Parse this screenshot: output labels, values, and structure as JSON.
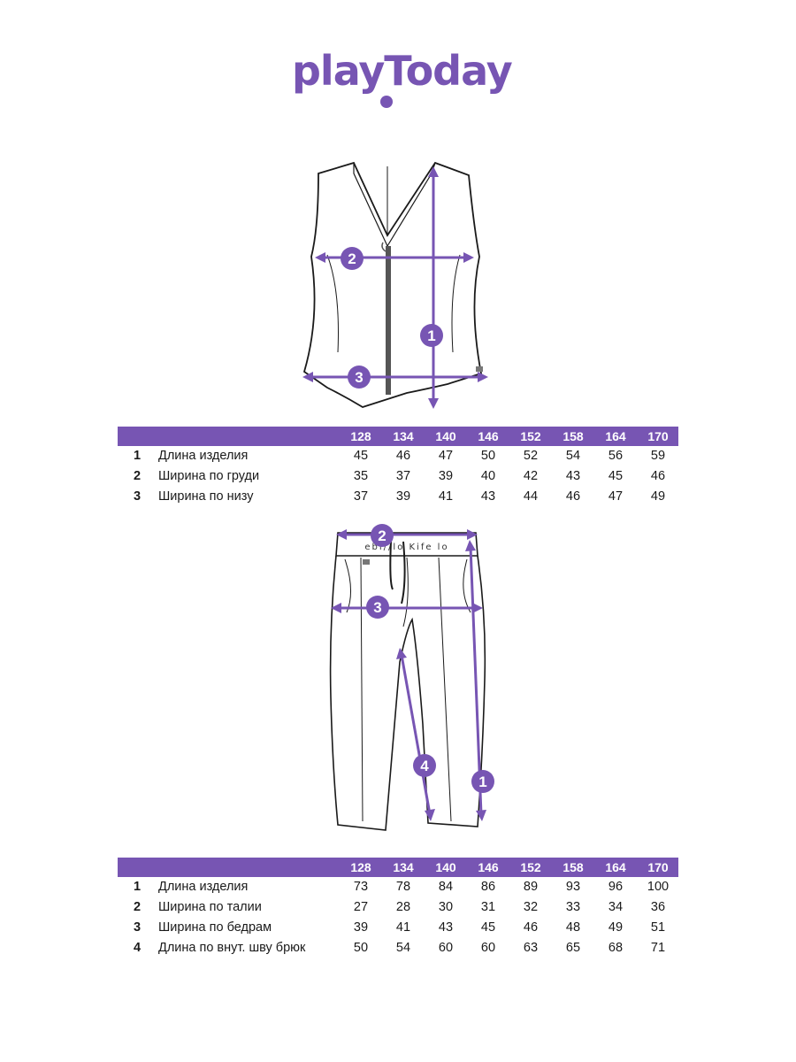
{
  "brand": {
    "logo_text": "playToday",
    "color": "#7755b3"
  },
  "sizes": [
    "128",
    "134",
    "140",
    "146",
    "152",
    "158",
    "164",
    "170"
  ],
  "vest": {
    "markers": [
      "1",
      "2",
      "3"
    ],
    "rows": [
      {
        "num": "1",
        "label": "Длина изделия",
        "values": [
          "45",
          "46",
          "47",
          "50",
          "52",
          "54",
          "56",
          "59"
        ]
      },
      {
        "num": "2",
        "label": "Ширина по груди",
        "values": [
          "35",
          "37",
          "39",
          "40",
          "42",
          "43",
          "45",
          "46"
        ]
      },
      {
        "num": "3",
        "label": "Ширина по низу",
        "values": [
          "37",
          "39",
          "41",
          "43",
          "44",
          "46",
          "47",
          "49"
        ]
      }
    ]
  },
  "trousers": {
    "markers": [
      "1",
      "2",
      "3",
      "4"
    ],
    "rows": [
      {
        "num": "1",
        "label": "Длина изделия",
        "values": [
          "73",
          "78",
          "84",
          "86",
          "89",
          "93",
          "96",
          "100"
        ]
      },
      {
        "num": "2",
        "label": "Ширина по талии",
        "values": [
          "27",
          "28",
          "30",
          "31",
          "32",
          "33",
          "34",
          "36"
        ]
      },
      {
        "num": "3",
        "label": "Ширина по бедрам",
        "values": [
          "39",
          "41",
          "43",
          "45",
          "46",
          "48",
          "49",
          "51"
        ]
      },
      {
        "num": "4",
        "label": "Длина по внут. шву брюк",
        "values": [
          "50",
          "54",
          "60",
          "60",
          "63",
          "65",
          "68",
          "71"
        ]
      }
    ]
  }
}
